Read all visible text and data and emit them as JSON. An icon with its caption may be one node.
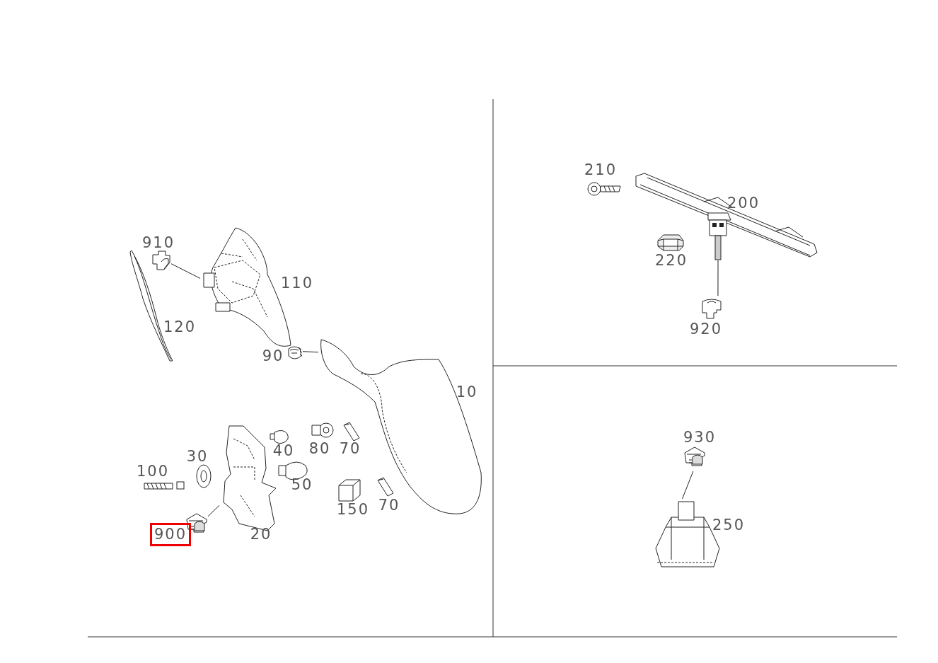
{
  "diagram": {
    "nodes": [
      {
        "text": [],
        "shape": "picture",
        "beside": [
          "910"
        ]
      },
      {
        "text": [],
        "shape": "picture",
        "beside": [
          "110"
        ]
      },
      {
        "text": [],
        "shape": "picture",
        "beside": [
          "120"
        ]
      },
      {
        "text": [],
        "shape": "picture",
        "beside": [
          "10"
        ]
      },
      {
        "text": [],
        "shape": "picture",
        "beside": [
          "90"
        ]
      },
      {
        "text": [],
        "shape": "picture",
        "beside": [
          "40"
        ]
      },
      {
        "text": [],
        "shape": "picture",
        "beside": [
          "80"
        ]
      },
      {
        "text": [],
        "shape": "picture",
        "beside": [
          "70"
        ]
      },
      {
        "text": [],
        "shape": "picture",
        "beside": [
          "30"
        ]
      },
      {
        "text": [],
        "shape": "picture",
        "beside": [
          "100"
        ]
      },
      {
        "text": [],
        "shape": "picture",
        "beside": [
          "20"
        ]
      },
      {
        "text": [],
        "shape": "picture",
        "beside": [
          "50"
        ]
      },
      {
        "text": [],
        "shape": "picture",
        "beside": [
          "150"
        ]
      },
      {
        "text": [],
        "shape": "picture",
        "beside": [
          "70"
        ]
      },
      {
        "text": [],
        "shape": "picture",
        "beside": [
          "900"
        ]
      },
      {
        "text": [],
        "shape": "picture",
        "beside": [
          "210"
        ]
      },
      {
        "text": [],
        "shape": "picture",
        "beside": [
          "200"
        ]
      },
      {
        "text": [],
        "shape": "picture",
        "beside": [
          "220"
        ]
      },
      {
        "text": [],
        "shape": "picture",
        "beside": [
          "920"
        ]
      },
      {
        "text": [],
        "shape": "picture",
        "beside": [
          "930"
        ]
      },
      {
        "text": [],
        "shape": "picture",
        "beside": [
          "250"
        ]
      }
    ],
    "edges": [
      {
        "from": 0,
        "to": 1,
        "arrow": "none"
      },
      {
        "from": 4,
        "to": 3,
        "arrow": "none"
      },
      {
        "from": 14,
        "to": 10,
        "arrow": "none"
      },
      {
        "from": 18,
        "to": 16,
        "arrow": "none"
      },
      {
        "from": 19,
        "to": 20,
        "arrow": "none"
      }
    ]
  }
}
